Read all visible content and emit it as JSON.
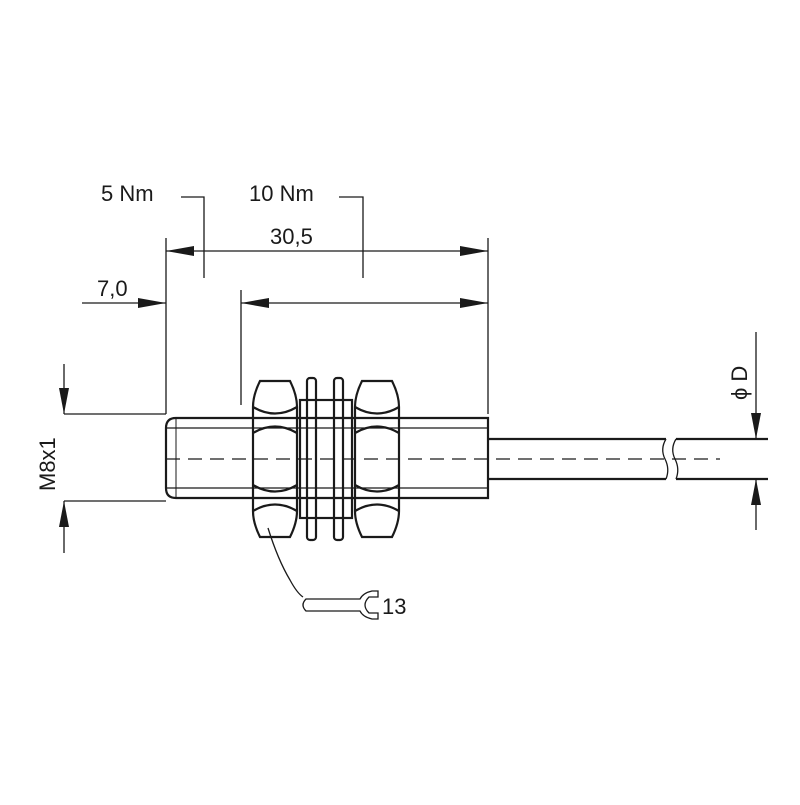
{
  "drawing": {
    "labels": {
      "torque_front": "5 Nm",
      "torque_rear": "10 Nm",
      "length_total": "30,5",
      "length_front": "7,0",
      "thread": "M8x1",
      "cable_diameter": "ϕ D",
      "wrench_size": "13"
    },
    "colors": {
      "line": "#1a1a1a",
      "background": "#ffffff"
    }
  }
}
